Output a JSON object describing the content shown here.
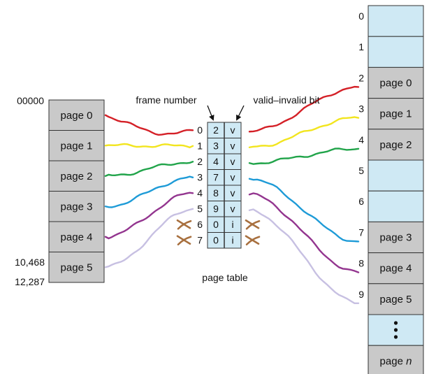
{
  "labels": {
    "frame_number": "frame number",
    "valid_invalid_bit": "valid–invalid bit",
    "page_table": "page table"
  },
  "logical_memory": {
    "top_address": "00000",
    "addresses": [
      {
        "text": "10,468",
        "row": 5
      },
      {
        "text": "12,287",
        "row": 6
      }
    ],
    "pages": [
      "page 0",
      "page 1",
      "page 2",
      "page 3",
      "page 4",
      "page 5"
    ]
  },
  "page_table": {
    "entries": [
      {
        "index": "0",
        "frame": "2",
        "bit": "v",
        "crossed": false
      },
      {
        "index": "1",
        "frame": "3",
        "bit": "v",
        "crossed": false
      },
      {
        "index": "2",
        "frame": "4",
        "bit": "v",
        "crossed": false
      },
      {
        "index": "3",
        "frame": "7",
        "bit": "v",
        "crossed": false
      },
      {
        "index": "4",
        "frame": "8",
        "bit": "v",
        "crossed": false
      },
      {
        "index": "5",
        "frame": "9",
        "bit": "v",
        "crossed": false
      },
      {
        "index": "6",
        "frame": "0",
        "bit": "i",
        "crossed": true
      },
      {
        "index": "7",
        "frame": "0",
        "bit": "i",
        "crossed": true
      }
    ]
  },
  "physical_memory": {
    "frames": [
      {
        "index": "0",
        "content": ""
      },
      {
        "index": "1",
        "content": ""
      },
      {
        "index": "2",
        "content": "page 0"
      },
      {
        "index": "3",
        "content": "page 1"
      },
      {
        "index": "4",
        "content": "page 2"
      },
      {
        "index": "5",
        "content": ""
      },
      {
        "index": "6",
        "content": ""
      },
      {
        "index": "7",
        "content": "page 3"
      },
      {
        "index": "8",
        "content": "page 4"
      },
      {
        "index": "9",
        "content": "page 5"
      },
      {
        "index": "",
        "content": "",
        "ellipsis": true
      },
      {
        "index": "",
        "content": "page ",
        "italic_suffix": "n"
      }
    ]
  },
  "colors": {
    "used_cell": "#c9c9c9",
    "free_cell": "#cfe9f4",
    "page_table_cell": "#cfe9f4",
    "cross_mark": "#a8703f",
    "mappings": [
      "#d42027",
      "#f2e51e",
      "#21a44a",
      "#1e9bd7",
      "#93358f",
      "#c7c0e2"
    ]
  }
}
